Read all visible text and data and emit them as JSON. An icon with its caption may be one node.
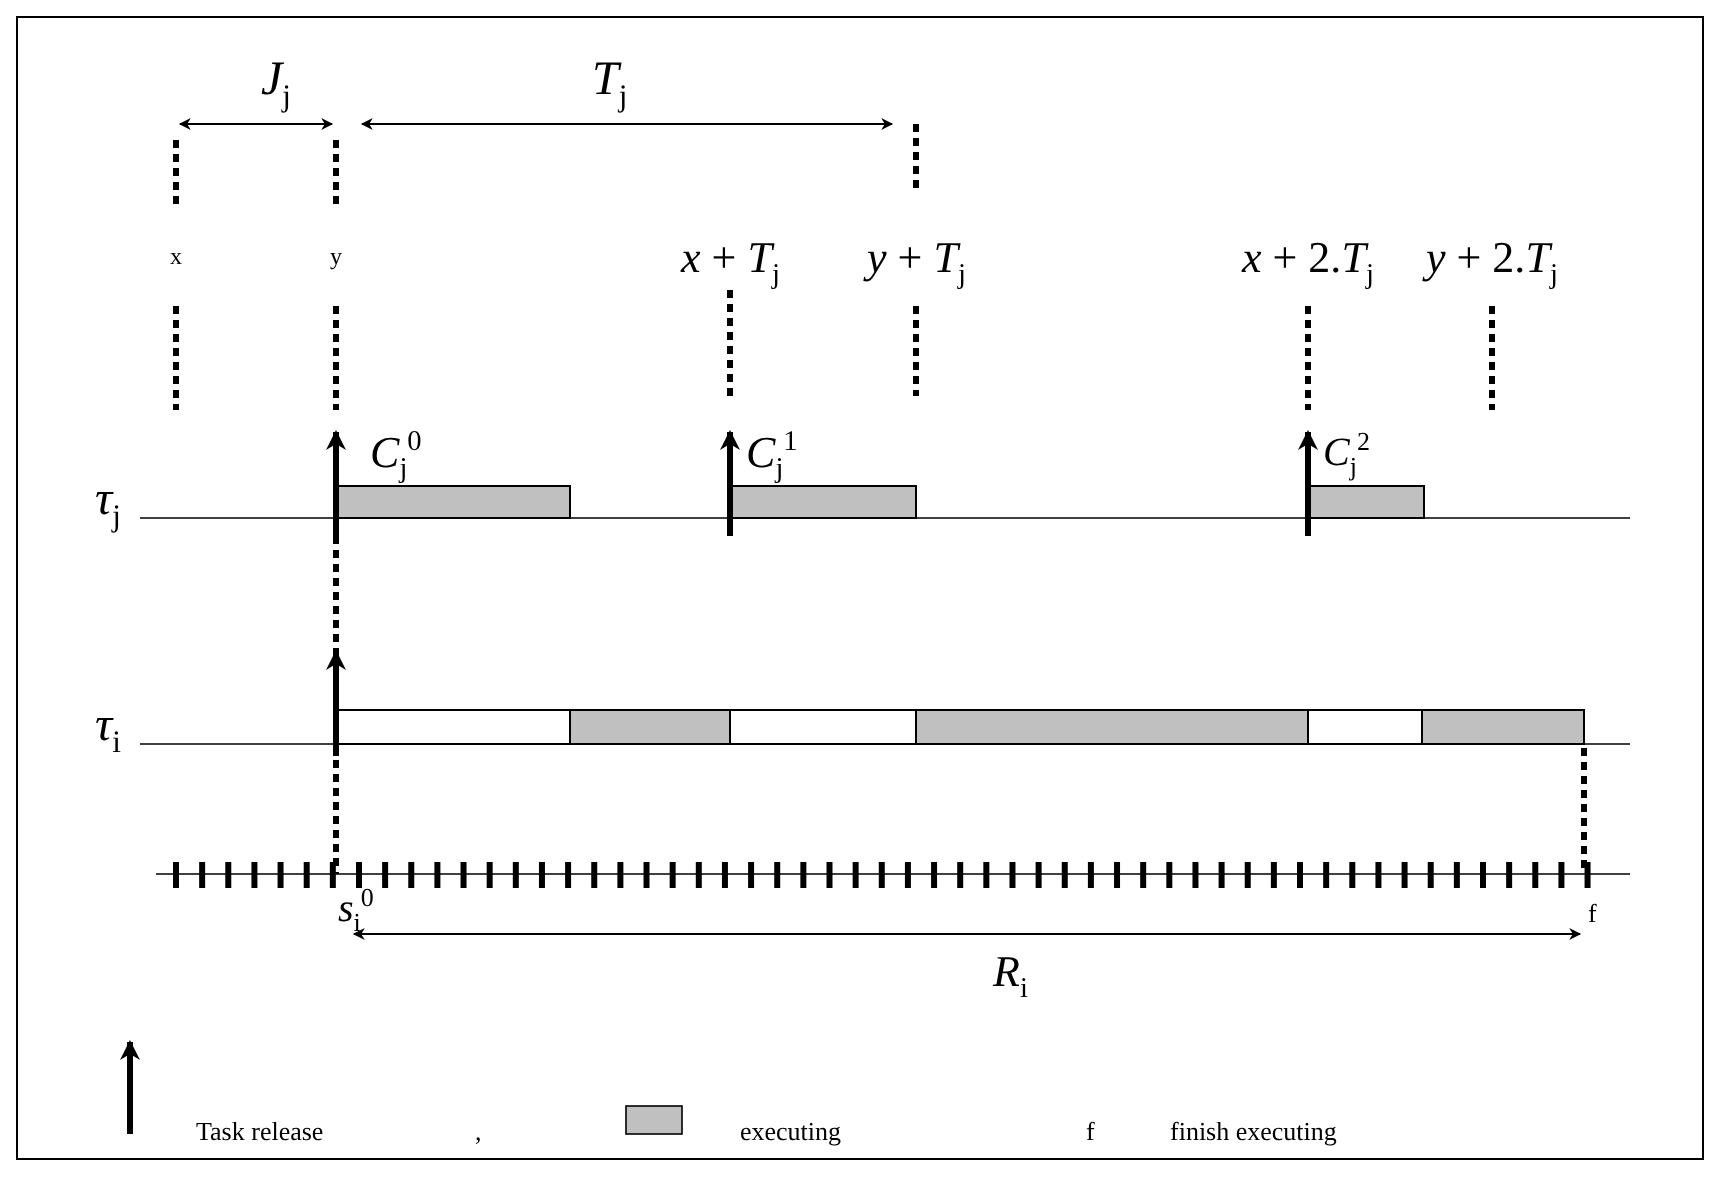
{
  "diagram": {
    "labels": [
      "*J*$_{j}$",
      "*T*$_{j}$",
      "x",
      "y",
      "*x* + *T*$_{j}$",
      "*y* + *T*$_{j}$",
      "*x* + 2.*T*$_{j}$",
      "*y* + 2.*T*$_{j}$",
      "*τ*$_{j}$",
      "*C*$_{j}$$^{0}$",
      "*C*$_{j}$$^{1}$",
      "*C*$_{j}$$^{2}$",
      "*τ*$_{i}$",
      "*s*$_{i}$$^{0}$",
      "f",
      "*R*$_{i}$",
      ",",
      "f"
    ],
    "legend": [
      {
        "text": "Task release"
      },
      {
        "text": "executing",
        "color": "#c0c0c0"
      },
      {
        "text": "finish executing"
      }
    ]
  }
}
